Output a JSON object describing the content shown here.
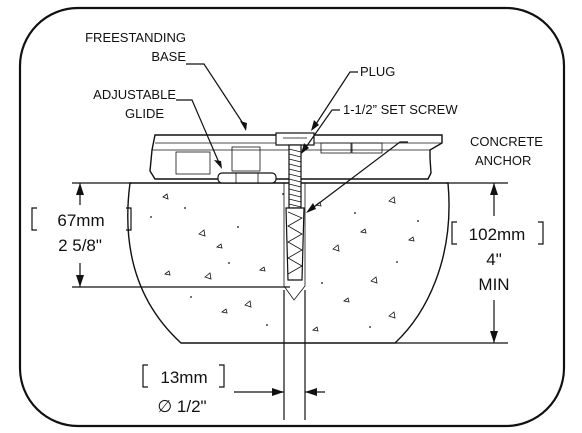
{
  "labels": {
    "freestanding_line1": "FREESTANDING",
    "freestanding_line2": "BASE",
    "adjustable_line1": "ADJUSTABLE",
    "adjustable_line2": "GLIDE",
    "plug": "PLUG",
    "set_screw": "1-1/2” SET SCREW",
    "concrete_line1": "CONCRETE",
    "concrete_line2": "ANCHOR"
  },
  "dimensions": {
    "left_metric": "67mm",
    "left_imperial": "2 5/8\"",
    "right_metric": "102mm",
    "right_imperial": "4\"",
    "right_note": "MIN",
    "bottom_metric": "13mm",
    "bottom_imperial": "∅ 1/2\""
  }
}
